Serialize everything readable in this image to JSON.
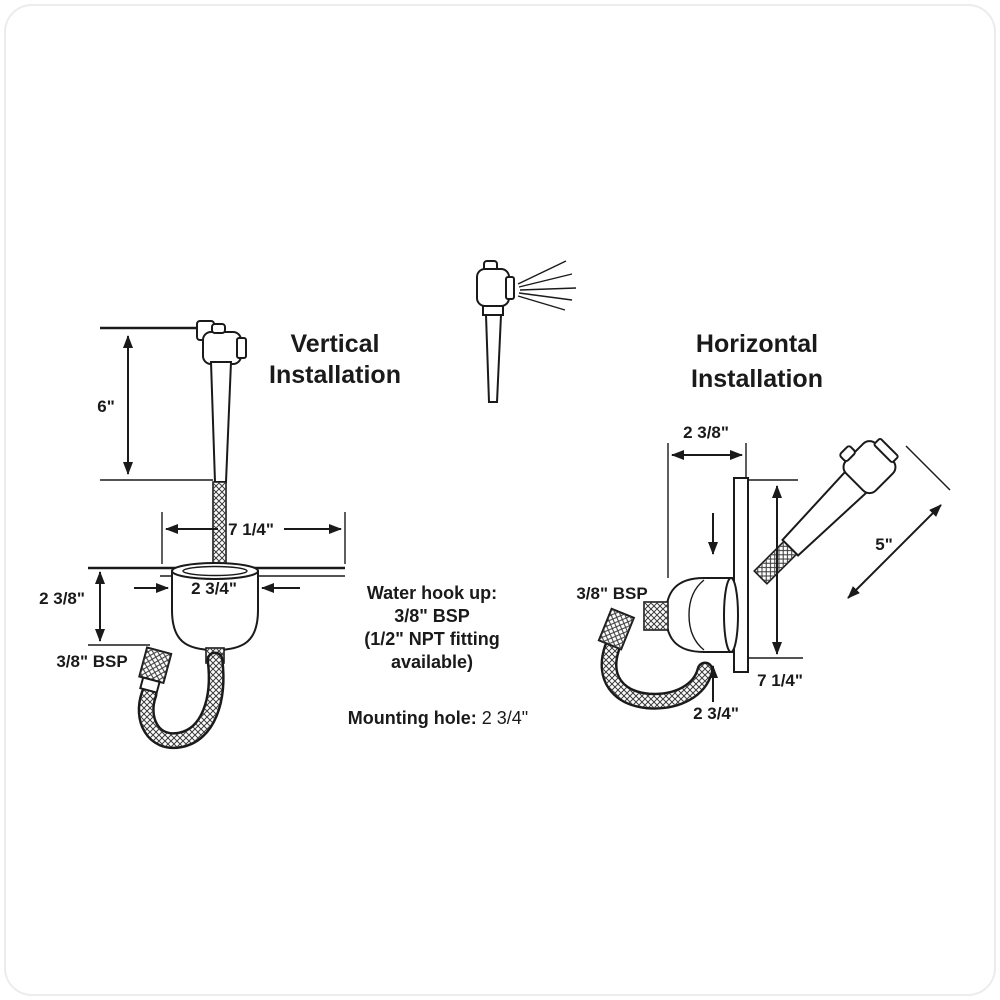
{
  "page": {
    "background": "#ffffff",
    "ink": "#1a1a1a"
  },
  "center": {
    "vertical_title_1": "Vertical",
    "vertical_title_2": "Installation",
    "horizontal_title_1": "Horizontal",
    "horizontal_title_2": "Installation",
    "hookup_line_1": "Water hook up:",
    "hookup_line_2": "3/8\" BSP",
    "hookup_line_3": "(1/2\" NPT fitting",
    "hookup_line_4": "available)",
    "mounting_label": "Mounting hole:",
    "mounting_value": " 2 3/4\""
  },
  "vertical_dims": {
    "height": "6\"",
    "width": "7 1/4\"",
    "hole": "2 3/4\"",
    "depth": "2 3/8\"",
    "fitting": "3/8\" BSP"
  },
  "horizontal_dims": {
    "depth": "2 3/8\"",
    "length": "5\"",
    "height": "7 1/4\"",
    "hole": "2 3/4\"",
    "fitting": "3/8\" BSP"
  }
}
